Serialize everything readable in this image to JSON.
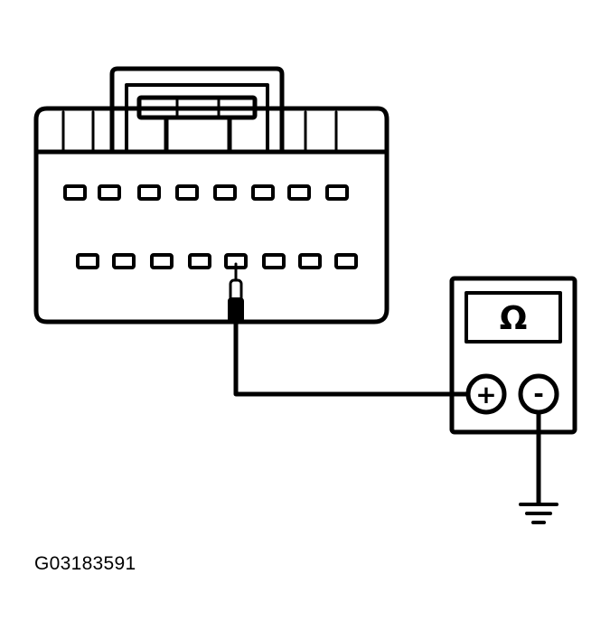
{
  "figure_id": "G03183591",
  "meter": {
    "display_symbol": "Ω",
    "positive_terminal": "+",
    "negative_terminal": "-"
  },
  "connector": {
    "upper_row_pins": 8,
    "lower_row_pins": 8
  }
}
